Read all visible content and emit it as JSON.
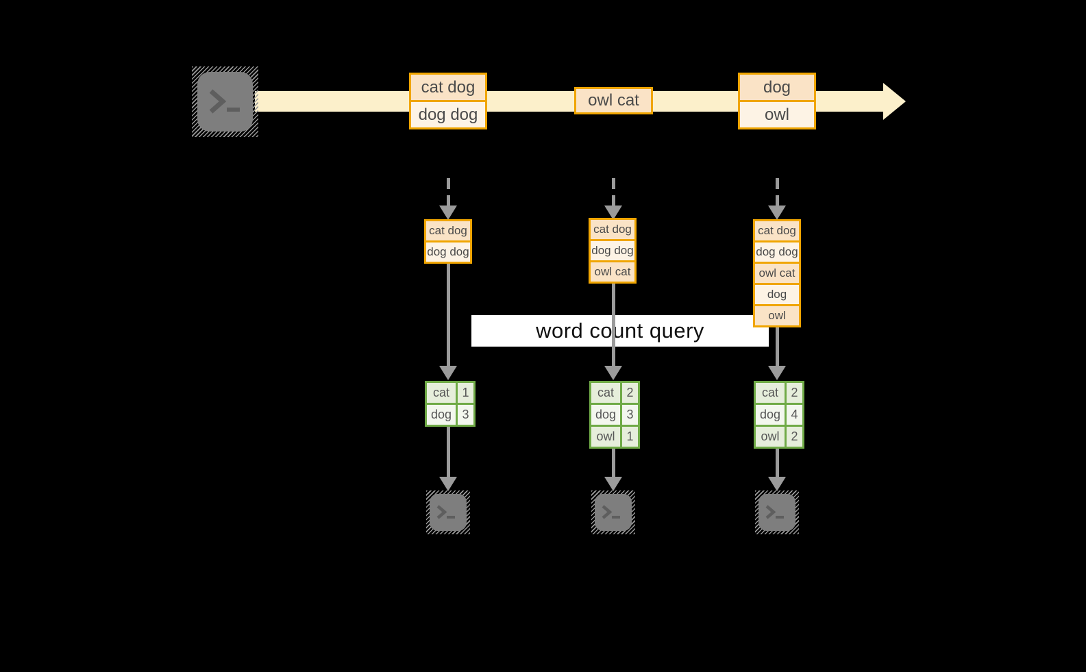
{
  "diagram": {
    "query_label": "word count query",
    "stream_batches": [
      {
        "items": [
          "cat dog",
          "dog dog"
        ]
      },
      {
        "items": [
          "owl cat"
        ]
      },
      {
        "items": [
          "dog",
          "owl"
        ]
      }
    ],
    "columns": [
      {
        "stack": [
          "cat dog",
          "dog dog"
        ],
        "counts": [
          {
            "word": "cat",
            "value": "1"
          },
          {
            "word": "dog",
            "value": "3"
          }
        ]
      },
      {
        "stack": [
          "cat dog",
          "dog dog",
          "owl cat"
        ],
        "counts": [
          {
            "word": "cat",
            "value": "2"
          },
          {
            "word": "dog",
            "value": "3"
          },
          {
            "word": "owl",
            "value": "1"
          }
        ]
      },
      {
        "stack": [
          "cat dog",
          "dog dog",
          "owl cat",
          "dog",
          "owl"
        ],
        "counts": [
          {
            "word": "cat",
            "value": "2"
          },
          {
            "word": "dog",
            "value": "4"
          },
          {
            "word": "owl",
            "value": "2"
          }
        ]
      }
    ],
    "icons": {
      "source": "terminal-icon",
      "sinks": [
        "terminal-icon",
        "terminal-icon",
        "terminal-icon"
      ]
    },
    "colors": {
      "background": "#000000",
      "stream_band": "#FCF0CB",
      "box_border": "#F0A500",
      "box_fill_dark": "#FAE3C6",
      "box_fill_light": "#FDF3E5",
      "table_border": "#6FAA46",
      "table_fill_dark": "#E6EEDB",
      "table_fill_light": "#F3F7EE",
      "arrow_gray": "#9B9B9B",
      "banner_bg": "#FFFFFF",
      "terminal_gray": "#7E7E7E"
    }
  }
}
